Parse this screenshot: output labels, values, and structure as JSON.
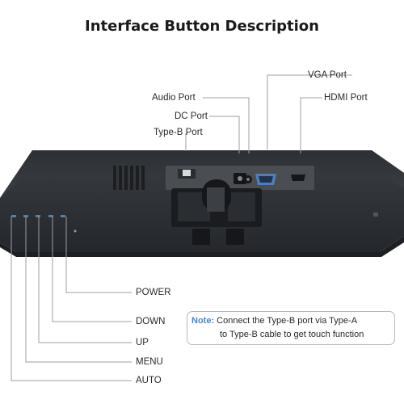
{
  "title": "Interface Button Description",
  "ports": {
    "vga": "VGA Port",
    "hdmi": "HDMI Port",
    "audio": "Audio Port",
    "dc": "DC Port",
    "typeb": "Type-B Port"
  },
  "buttons": {
    "power": "POWER",
    "down": "DOWN",
    "up": "UP",
    "menu": "MENU",
    "auto": "AUTO"
  },
  "note": {
    "heading": "Note:",
    "line1": "Connect the Type-B port via Type-A",
    "line2": "to Type-B cable to get touch function"
  },
  "colors": {
    "accent": "#4a86c5",
    "monitor": "#2e3135",
    "leader_line": "#9aa0a6"
  }
}
